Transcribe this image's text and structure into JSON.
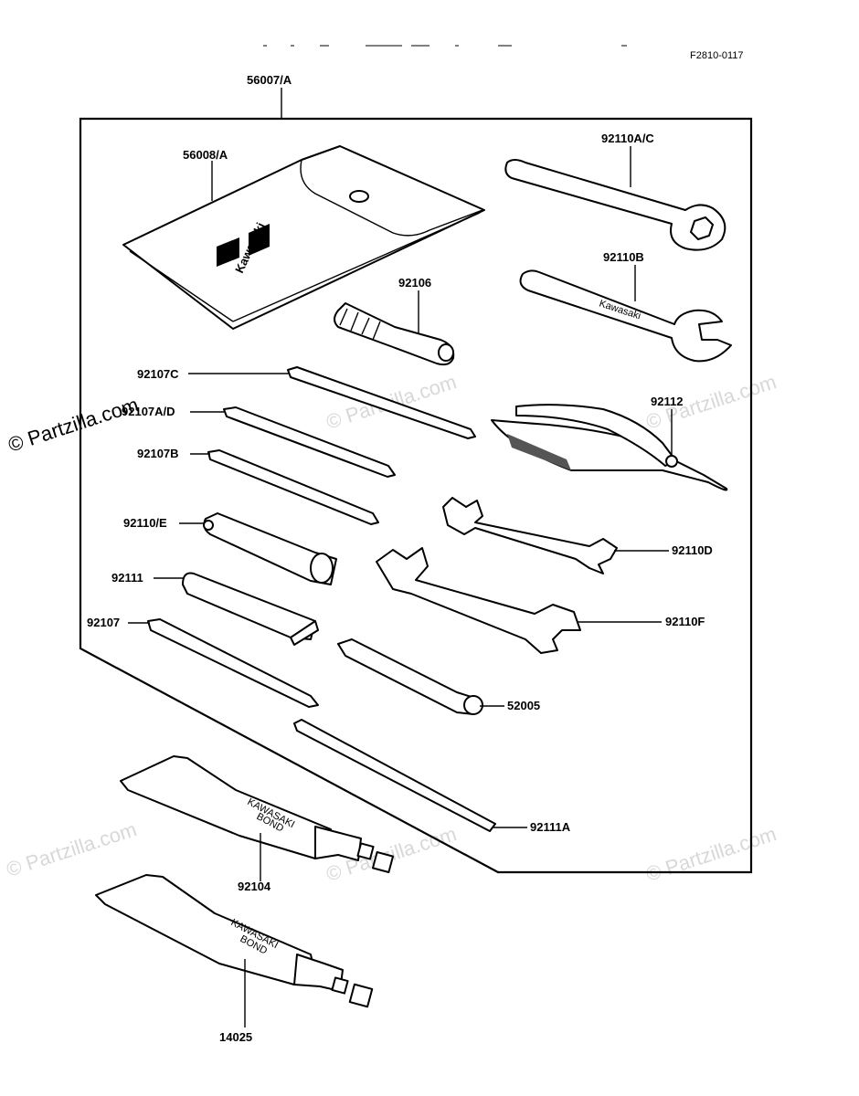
{
  "figure_code": "F2810-0117",
  "watermarks": {
    "main": "© Partzilla.com",
    "faint": "© Partzilla.com"
  },
  "parts": {
    "kit": "56007/A",
    "pouch": "56008/A",
    "wrench_ac": "92110A/C",
    "wrench_b": "92110B",
    "handle": "92106",
    "screwdriver_c": "92107C",
    "screwdriver_ad": "92107A/D",
    "screwdriver_b": "92107B",
    "plug_wrench_e": "92110/E",
    "pliers": "92112",
    "wrench_d": "92110D",
    "wrench_f": "92110F",
    "bar_92111": "92111",
    "screwdriver": "92107",
    "socket": "52005",
    "bar_a": "92111A",
    "bond_92104": "92104",
    "bond_14025": "14025"
  },
  "product_text": {
    "pouch_brand": "Kawasaki",
    "wrench_brand": "Kawasaki",
    "tube1_line1": "KAWASAKI",
    "tube1_line2": "BOND",
    "tube2_line1": "KAWASAKI",
    "tube2_line2": "BOND"
  }
}
